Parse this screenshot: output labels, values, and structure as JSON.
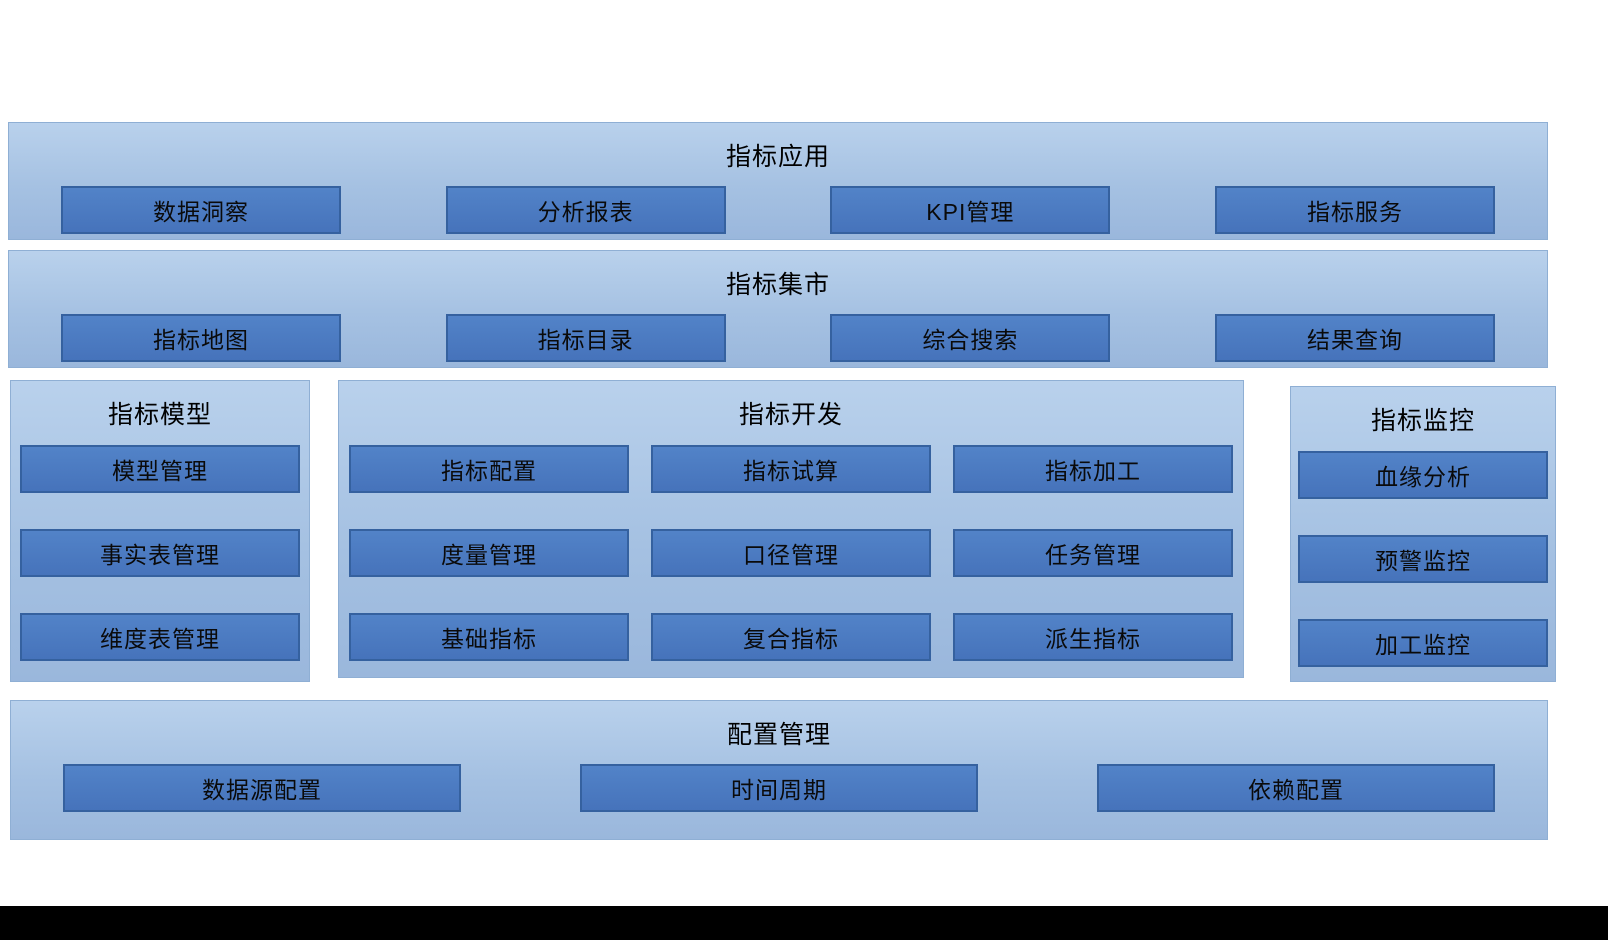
{
  "colors": {
    "panel_fill_top": "#b9d1ec",
    "panel_fill_bottom": "#9ab7dc",
    "node_fill": "#4a7ac0",
    "node_border": "#35619f",
    "text": "#000000",
    "footer_bar": "#000000"
  },
  "sections": {
    "application": {
      "title": "指标应用",
      "items": [
        "数据洞察",
        "分析报表",
        "KPI管理",
        "指标服务"
      ]
    },
    "market": {
      "title": "指标集市",
      "items": [
        "指标地图",
        "指标目录",
        "综合搜索",
        "结果查询"
      ]
    },
    "model": {
      "title": "指标模型",
      "items": [
        "模型管理",
        "事实表管理",
        "维度表管理"
      ]
    },
    "development": {
      "title": "指标开发",
      "items": [
        "指标配置",
        "指标试算",
        "指标加工",
        "度量管理",
        "口径管理",
        "任务管理",
        "基础指标",
        "复合指标",
        "派生指标"
      ]
    },
    "monitoring": {
      "title": "指标监控",
      "items": [
        "血缘分析",
        "预警监控",
        "加工监控"
      ]
    },
    "configuration": {
      "title": "配置管理",
      "items": [
        "数据源配置",
        "时间周期",
        "依赖配置"
      ]
    }
  }
}
